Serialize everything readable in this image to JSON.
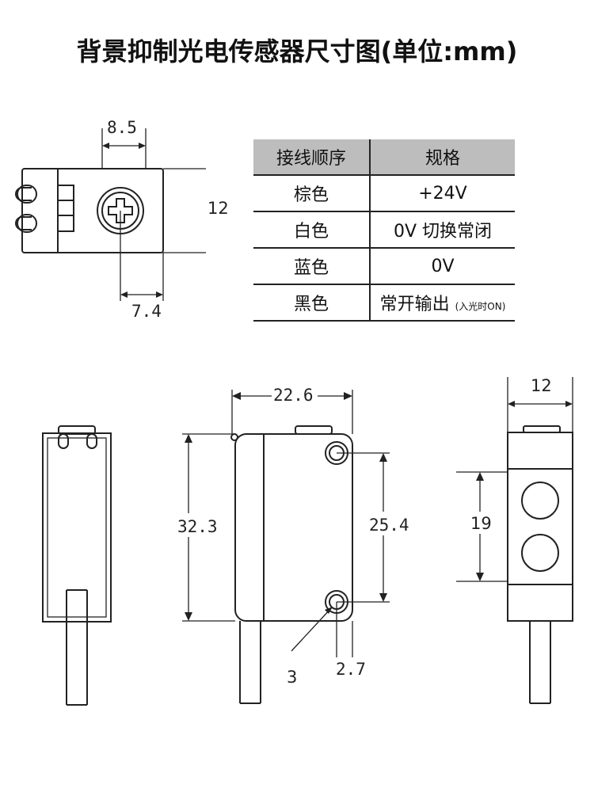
{
  "title": "背景抑制光电传感器尺寸图(单位:mm)",
  "wiring_table": {
    "headers": [
      "接线顺序",
      "规格"
    ],
    "rows": [
      {
        "wire": "棕色",
        "spec": "+24V",
        "note": ""
      },
      {
        "wire": "白色",
        "spec": "0V 切换常闭",
        "note": ""
      },
      {
        "wire": "蓝色",
        "spec": "0V",
        "note": ""
      },
      {
        "wire": "黑色",
        "spec": "常开输出",
        "note": "(入光时ON)"
      }
    ]
  },
  "dimensions": {
    "top_width": "8.5",
    "top_height": "12",
    "top_offset": "7.4",
    "front_width": "22.6",
    "front_height": "32.3",
    "hole_spacing": "25.4",
    "hole_diameter": "3",
    "hole_offset": "2.7",
    "side_width": "12",
    "lens_spacing": "19"
  }
}
